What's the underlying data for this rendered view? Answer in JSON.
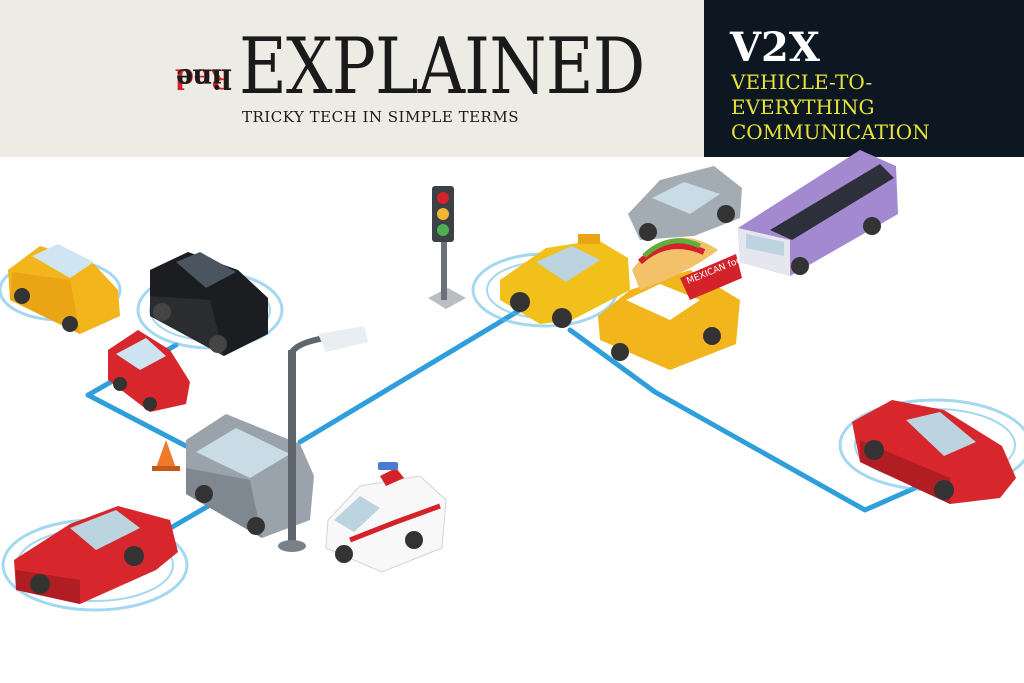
{
  "header": {
    "brand_part1": "Red",
    "brand_part2": "line",
    "title": "EXPLAINED",
    "tagline": "TRICKY TECH IN SIMPLE TERMS",
    "topic": "V2X",
    "topic_line1": "VEHICLE-TO-",
    "topic_line2": "EVERYTHING",
    "topic_line3": "COMMUNICATION"
  },
  "food_truck": {
    "sign": "MEXICAN food"
  },
  "colors": {
    "header_bg": "#ecebe4",
    "topic_bg": "#0c1722",
    "topic_accent": "#e9e23a",
    "brand_red": "#d3222a",
    "network_line": "#2f9fdb"
  }
}
